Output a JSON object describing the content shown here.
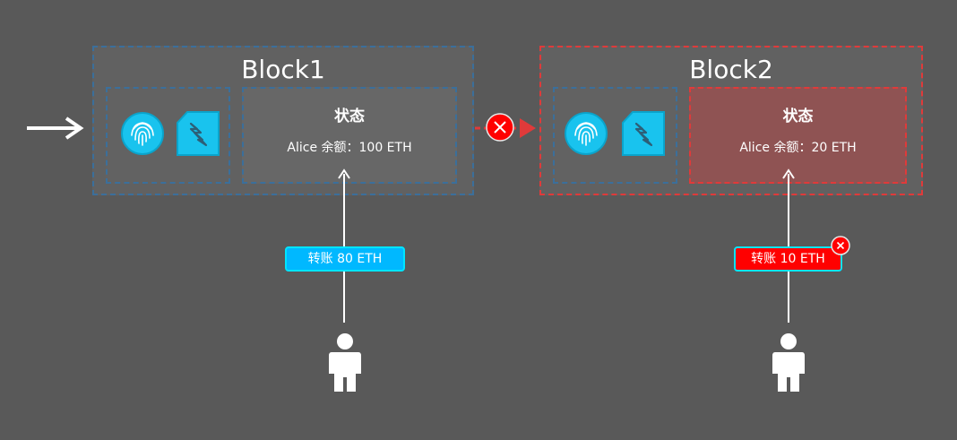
{
  "colors": {
    "background": "#595959",
    "ok_border": "#3b6f9b",
    "error_border": "#e03a3a",
    "error_fill": "#8f5353",
    "accent": "#19c3ee",
    "error_red": "#ff0000"
  },
  "blocks": [
    {
      "title": "Block1",
      "status": "valid",
      "icons": [
        "fingerprint-icon",
        "smart-contract-icon"
      ],
      "state": {
        "title": "状态",
        "line": "Alice 余额：100 ETH"
      },
      "transaction": {
        "label": "转账 80 ETH",
        "rejected": false
      }
    },
    {
      "title": "Block2",
      "status": "invalid",
      "icons": [
        "fingerprint-icon",
        "smart-contract-icon"
      ],
      "state": {
        "title": "状态",
        "line": "Alice 余额：20 ETH"
      },
      "transaction": {
        "label": "转账 10 ETH",
        "rejected": true
      }
    }
  ]
}
